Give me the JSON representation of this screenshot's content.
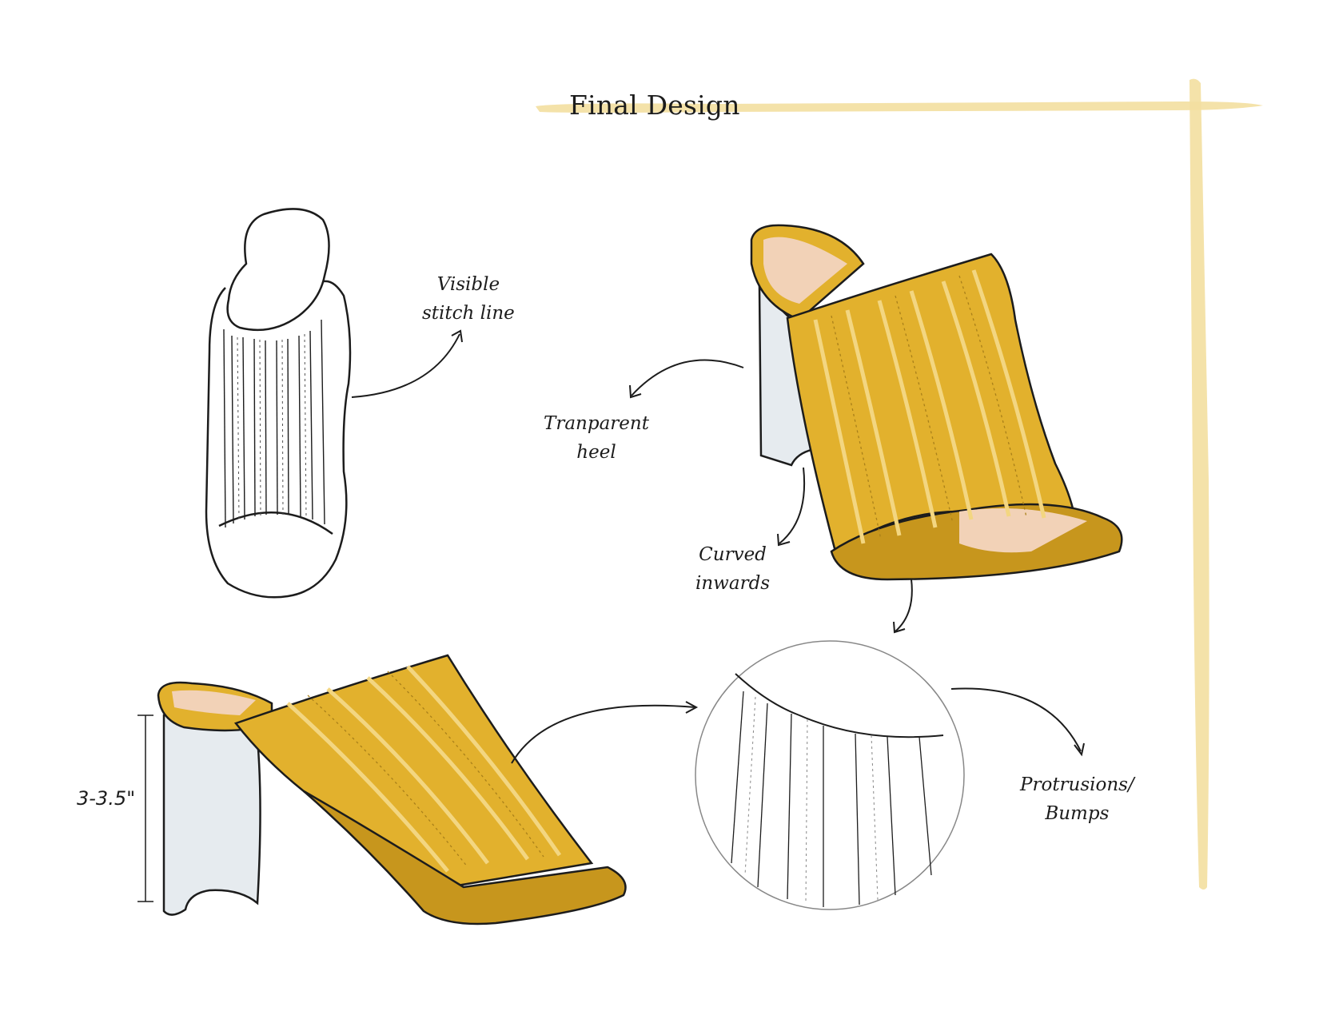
{
  "title": "Final Design",
  "annotations": {
    "visible_stitch": "Visible\nstitch line",
    "transparent_heel": "Tranparent\nheel",
    "curved_inwards": "Curved\ninwards",
    "protrusions": "Protrusions/\nBumps"
  },
  "dimension": "3-3.5\"",
  "colors": {
    "mustard": "#e2b12d",
    "mustard_dark": "#c7961d",
    "insole": "#f2d2b7",
    "heel_clear": "#e6ebef",
    "frame": "#f3dfa0",
    "ink": "#1c1c1c"
  }
}
